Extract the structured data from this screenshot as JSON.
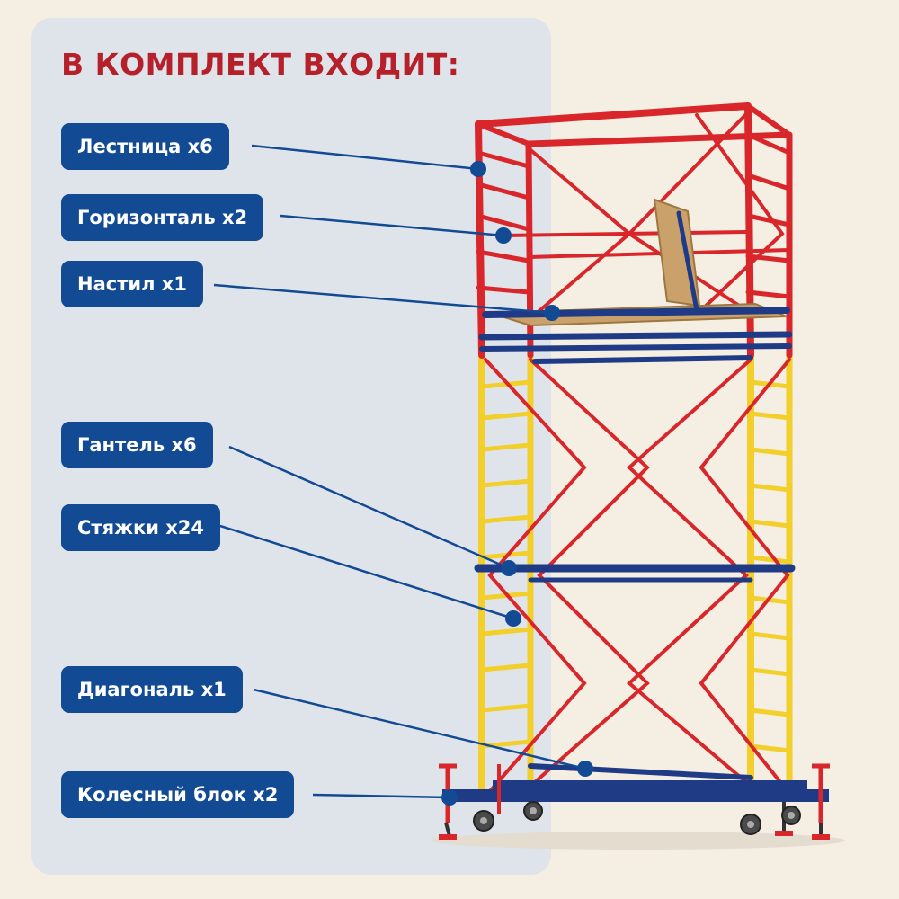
{
  "heading": "В КОМПЛЕКТ ВХОДИТ:",
  "components": [
    {
      "label": "Лестница x6"
    },
    {
      "label": "Горизонталь x2"
    },
    {
      "label": "Настил x1"
    },
    {
      "label": "Гантель x6"
    },
    {
      "label": "Стяжки x24"
    },
    {
      "label": "Диагональ x1"
    },
    {
      "label": "Колесный блок x2"
    }
  ],
  "colors": {
    "heading": "#b5202a",
    "label_background": "#134a94",
    "panel": "#dee4ea",
    "frame_upper": "#d8262a",
    "frame_lower": "#f2cf2a",
    "horizontal_bars": "#1f3b86",
    "deck": "#caa16a"
  }
}
